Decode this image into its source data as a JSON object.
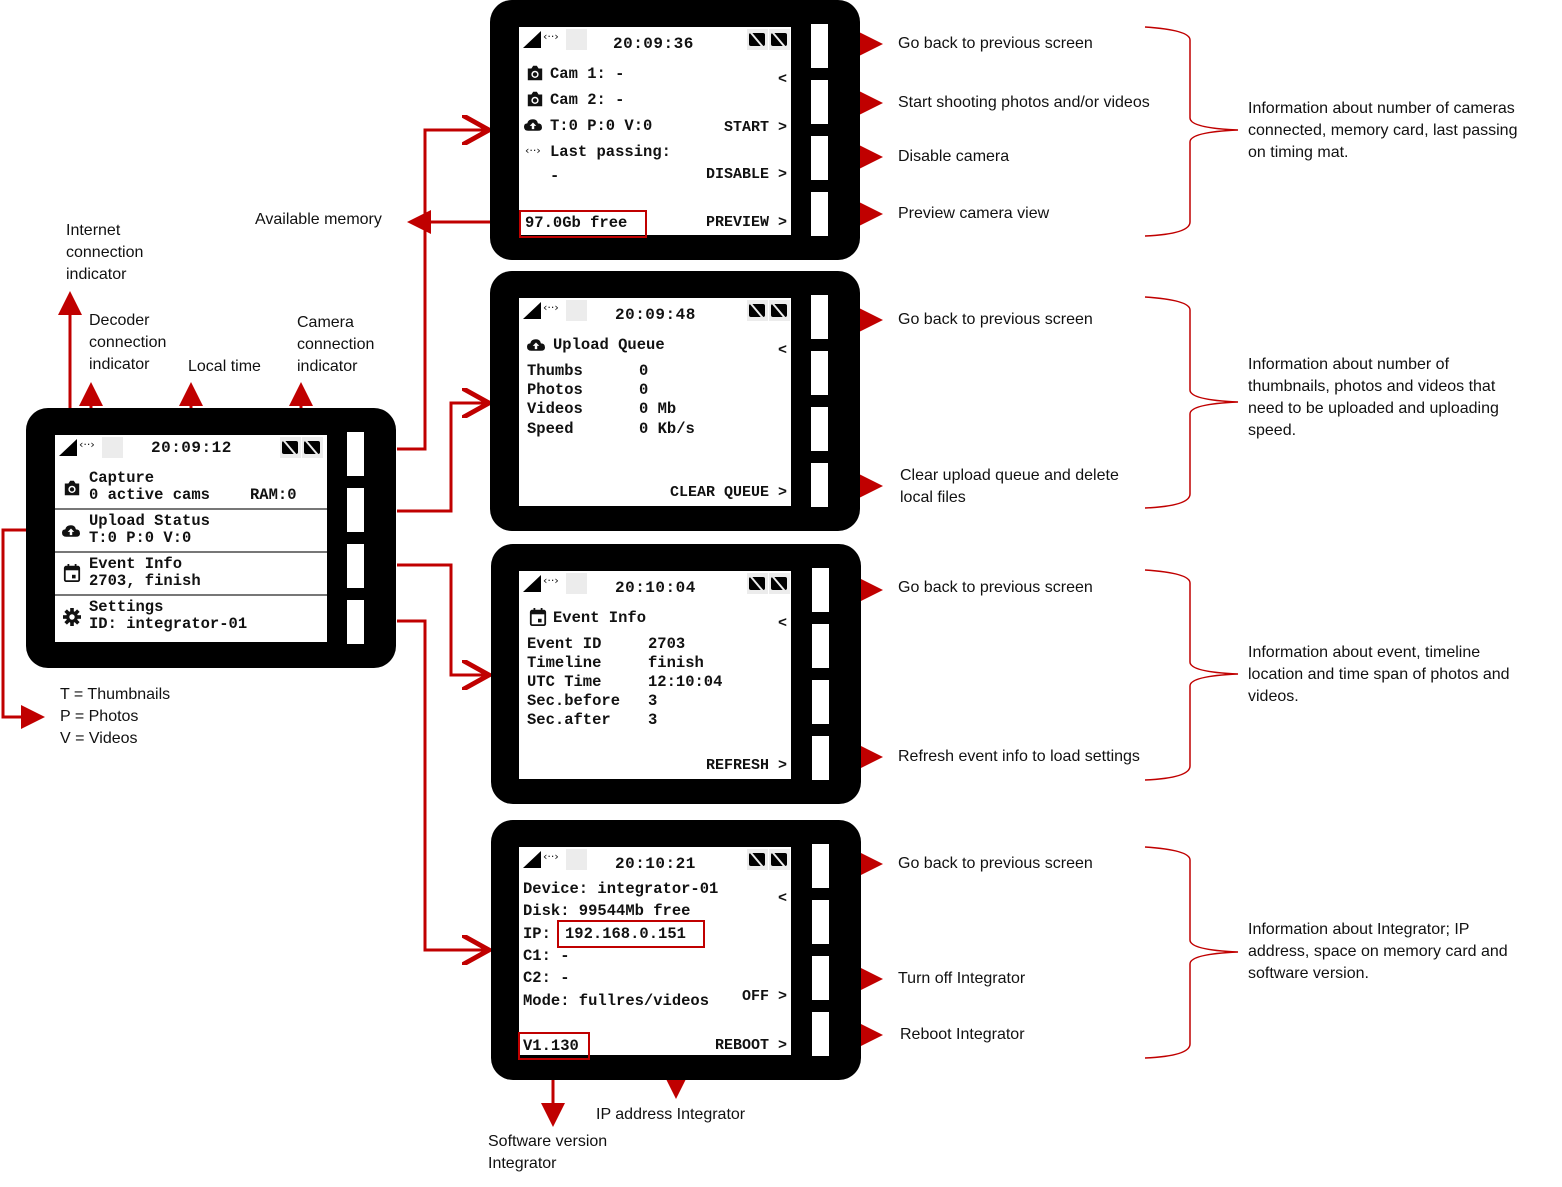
{
  "main_screen": {
    "time": "20:09:12",
    "decoder_glyph": "‹··›",
    "menu": [
      {
        "icon": "camera-icon",
        "title": "Capture",
        "subtitle": "0 active cams",
        "extra": "RAM:0"
      },
      {
        "icon": "cloud-upload-icon",
        "title": "Upload Status",
        "subtitle": "T:0 P:0 V:0"
      },
      {
        "icon": "calendar-icon",
        "title": "Event Info",
        "subtitle": "2703, finish"
      },
      {
        "icon": "gear-icon",
        "title": "Settings",
        "subtitle": "ID: integrator-01"
      }
    ]
  },
  "capture_screen": {
    "time": "20:09:36",
    "cam1": "Cam 1: -",
    "cam2": "Cam 2: -",
    "upload": "T:0 P:0 V:0",
    "last_passing_label": "Last passing:",
    "last_passing_value": "-",
    "free_memory": "97.0Gb free",
    "back": "<",
    "start": "START >",
    "disable": "DISABLE >",
    "preview": "PREVIEW >"
  },
  "upload_screen": {
    "time": "20:09:48",
    "title": "Upload Queue",
    "back": "<",
    "rows": [
      {
        "label": "Thumbs",
        "value": "0"
      },
      {
        "label": "Photos",
        "value": "0"
      },
      {
        "label": "Videos",
        "value": "0 Mb"
      },
      {
        "label": "Speed",
        "value": "0 Kb/s"
      }
    ],
    "clear": "CLEAR QUEUE >"
  },
  "event_screen": {
    "time": "20:10:04",
    "title": "Event Info",
    "back": "<",
    "rows": [
      {
        "label": "Event ID",
        "value": "2703"
      },
      {
        "label": "Timeline",
        "value": "finish"
      },
      {
        "label": "UTC Time",
        "value": "12:10:04"
      },
      {
        "label": "Sec.before",
        "value": "3"
      },
      {
        "label": "Sec.after",
        "value": "3"
      }
    ],
    "refresh": "REFRESH >"
  },
  "settings_screen": {
    "time": "20:10:21",
    "device": "Device: integrator-01",
    "disk": "Disk: 99544Mb free",
    "ip_label": "IP:",
    "ip": "192.168.0.151",
    "c1": "C1: -",
    "c2": "C2: -",
    "mode": "Mode: fullres/videos",
    "version": "V1.130",
    "back": "<",
    "off": "OFF >",
    "reboot": "REBOOT >"
  },
  "annotations": {
    "internet": "Internet\nconnection\nindicator",
    "decoder": "Decoder\nconnection\nindicator",
    "local_time": "Local time",
    "camera": "Camera\nconnection\nindicator",
    "available_memory": "Available memory",
    "legend": "T = Thumbnails\nP = Photos\nV = Videos",
    "capture_back": "Go back to previous screen",
    "capture_start": "Start shooting photos and/or videos",
    "capture_disable": "Disable camera",
    "capture_preview": "Preview camera view",
    "capture_info": "Information about number of cameras\nconnected, memory card, last passing\non timing mat.",
    "upload_back": "Go back to previous screen",
    "upload_clear": "Clear upload queue and delete\nlocal files",
    "upload_info": "Information about number of\nthumbnails, photos and videos that\nneed to be uploaded and uploading\nspeed.",
    "event_back": "Go back to previous screen",
    "event_refresh": "Refresh event info to load settings",
    "event_info": "Information about event, timeline\nlocation and time span of photos and\nvideos.",
    "settings_back": "Go back to previous screen",
    "settings_off": "Turn off Integrator",
    "settings_reboot": "Reboot Integrator",
    "settings_info": "Information about Integrator; IP\naddress, space on memory card and\nsoftware version.",
    "ip_address": "IP address Integrator",
    "software_version": "Software version\nIntegrator"
  },
  "colors": {
    "accent": "#c00000",
    "device": "#000000",
    "screen": "#ffffff"
  }
}
